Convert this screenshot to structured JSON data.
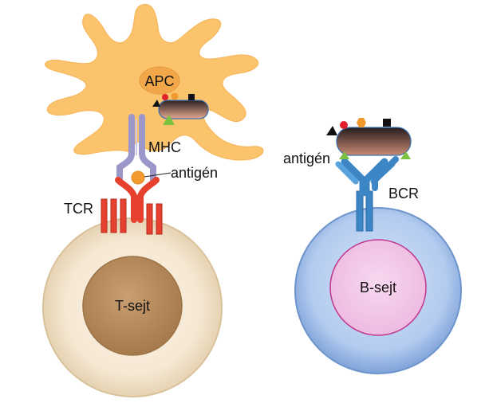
{
  "labels": {
    "apc": "APC",
    "mhc": "MHC",
    "antigen_t": "antigén",
    "tcr": "TCR",
    "t_cell": "T-sejt",
    "antigen_b": "antigén",
    "bcr": "BCR",
    "b_cell": "B-sejt"
  },
  "colors": {
    "apc_fill": "#fbc36c",
    "apc_nucleus": "#f2a84a",
    "mhc": "#9b97c9",
    "tcr": "#e6412e",
    "t_cell_outer": "#f6ead6",
    "t_cell_nucleus": "#b7895c",
    "bcr": "#3d86c6",
    "b_cell_outer": "#a9c2ea",
    "b_cell_nucleus": "#f1c4e6",
    "antigen_orange": "#f29a2e",
    "antigen_red": "#e0202a",
    "antigen_green": "#7cc242",
    "antigen_black": "#111111"
  },
  "icons": [
    "pathogen-body",
    "antigen-fragment"
  ]
}
